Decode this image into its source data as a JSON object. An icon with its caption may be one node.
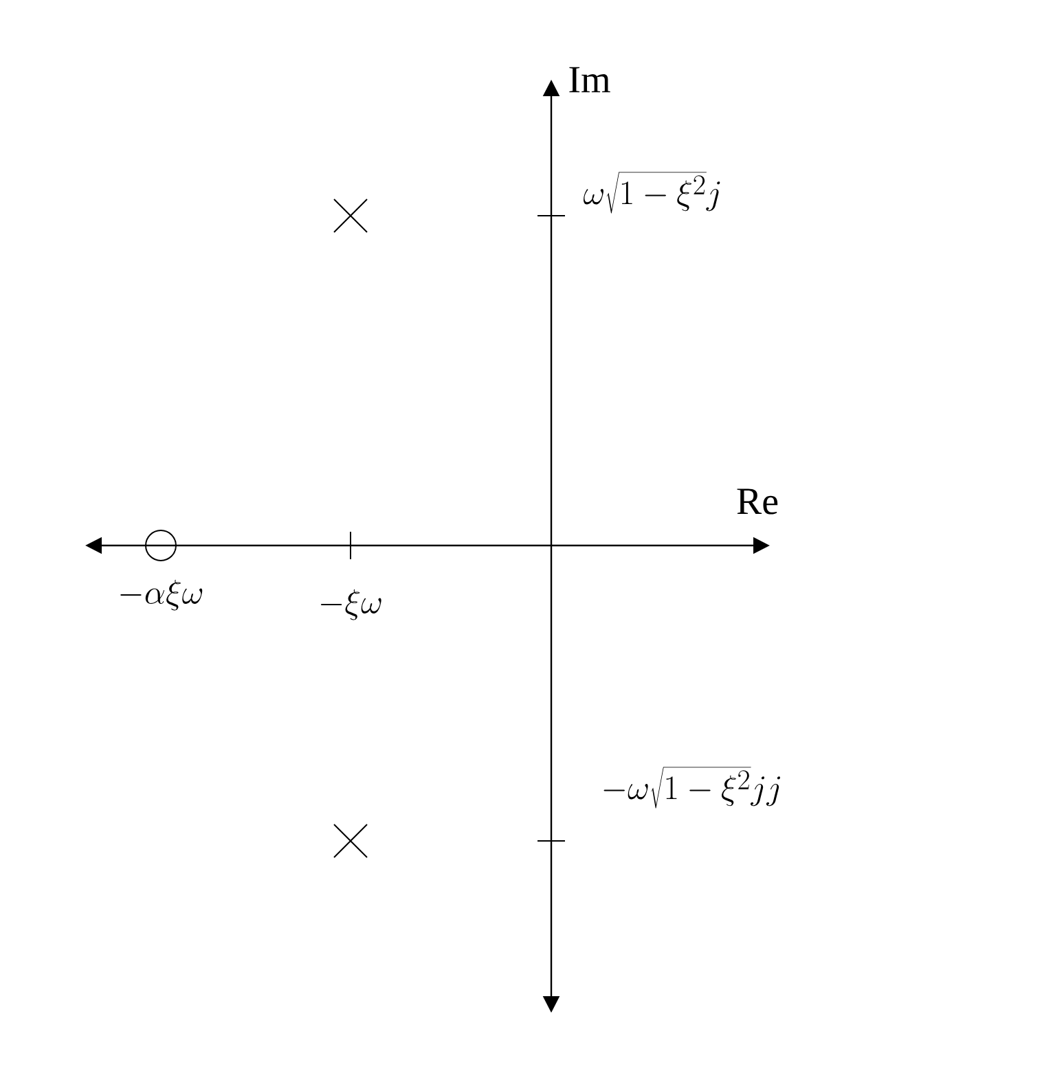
{
  "diagram": {
    "labels": [
      "Im",
      "\\omega\\sqrt{1-\\xi^2}j",
      "Re",
      "-\\alpha\\xi\\omega",
      "-\\xi\\omega",
      "-\\omega\\sqrt{1-\\xi^2}jj"
    ]
  }
}
